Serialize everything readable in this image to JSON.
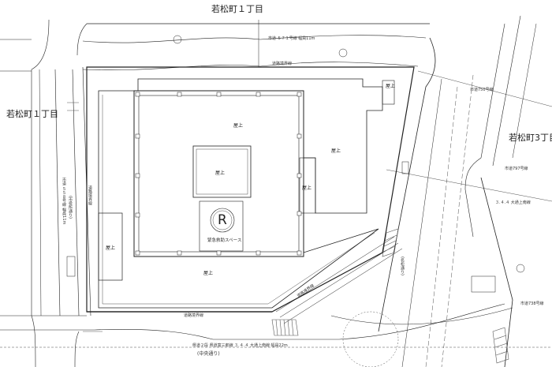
{
  "title": "配置図",
  "districts": {
    "top": "若松町１丁目",
    "left": "若松町１丁目",
    "right": "若松町3丁目"
  },
  "roof_label": "屋上",
  "heliport": {
    "symbol": "R",
    "label": "緊急救助スペース"
  },
  "boundary_label": "道路境界線",
  "roads": {
    "top": "市道 ５７１号線 幅員11m",
    "left": "市道 ５５８号線 幅員11m",
    "left_name": "(市役所通り)",
    "right_top": "市道750号線",
    "right_mid": "市道797号線",
    "right_mid2": "３.４.４ 大通上南線",
    "right_bottom": "市道738号線",
    "right_name": "(名松通り)",
    "bottom": "県道２段 県道富三郎線 ３.４.４ 大通上南線 幅員22m",
    "bottom_name": "(中央通り)"
  },
  "colors": {
    "line": "#222222",
    "hatch": "#555555"
  }
}
